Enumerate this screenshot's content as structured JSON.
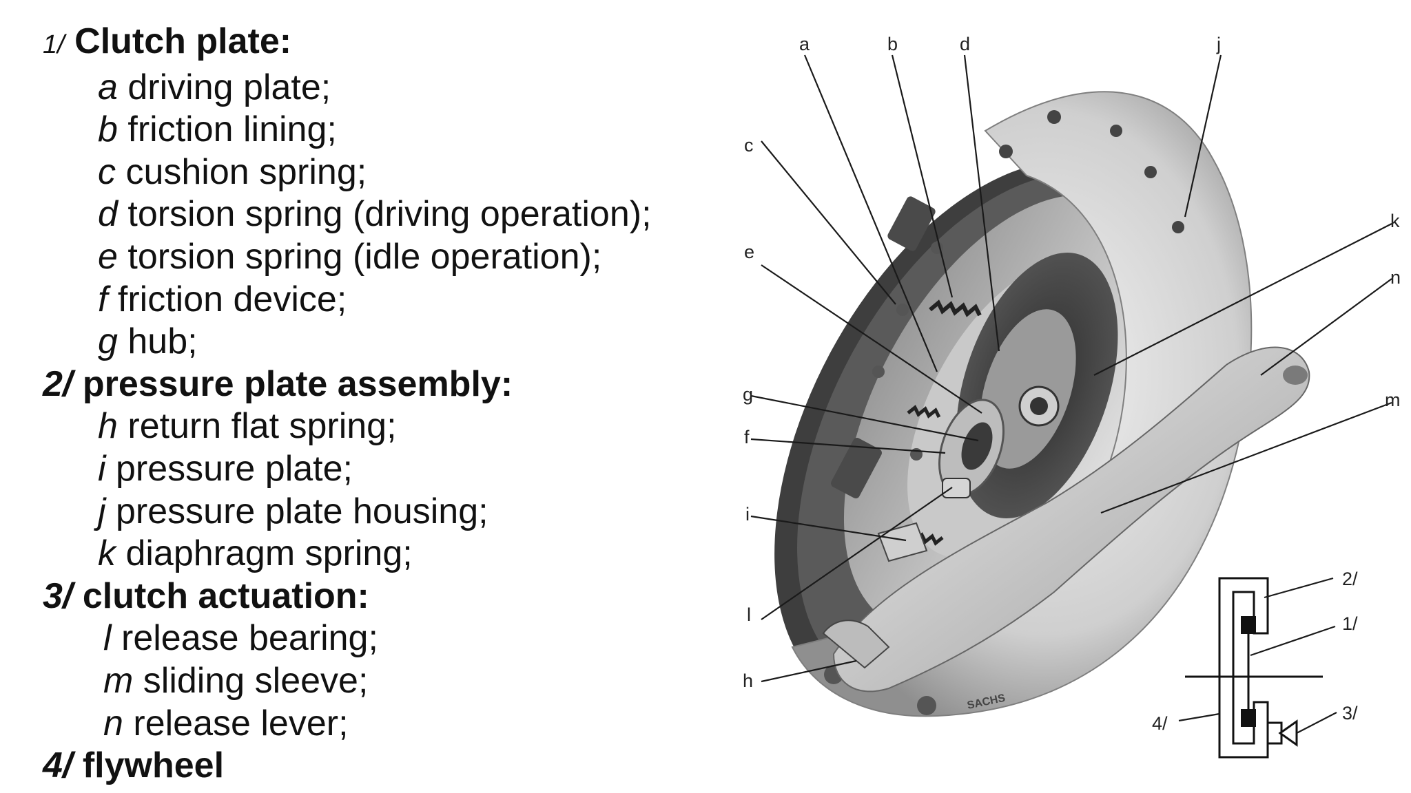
{
  "legend": {
    "groups": [
      {
        "number": "1/",
        "title": "Clutch plate:",
        "items": [
          {
            "letter": "a",
            "text": "driving plate;"
          },
          {
            "letter": "b",
            "text": "friction lining;"
          },
          {
            "letter": "c",
            "text": "cushion spring;"
          },
          {
            "letter": "d",
            "text": "torsion spring (driving operation);"
          },
          {
            "letter": "e",
            "text": "torsion spring (idle operation);"
          },
          {
            "letter": "f",
            "text": "friction device;"
          },
          {
            "letter": "g",
            "text": "hub;"
          }
        ]
      },
      {
        "number": "2/",
        "title": "pressure plate assembly:",
        "items": [
          {
            "letter": "h",
            "text": "return flat spring;"
          },
          {
            "letter": "i",
            "text": "pressure plate;"
          },
          {
            "letter": "j",
            "text": "pressure plate housing;"
          },
          {
            "letter": "k",
            "text": "diaphragm spring;"
          }
        ]
      },
      {
        "number": "3/",
        "title": "clutch actuation:",
        "items": [
          {
            "letter": "l",
            "text": "release bearing;"
          },
          {
            "letter": "m",
            "text": "sliding sleeve;"
          },
          {
            "letter": "n",
            "text": "release lever;"
          }
        ]
      },
      {
        "number": "4/",
        "title": "flywheel",
        "items": []
      }
    ]
  },
  "figure": {
    "callouts": {
      "a": "a",
      "b": "b",
      "c": "c",
      "d": "d",
      "e": "e",
      "f": "f",
      "g": "g",
      "h": "h",
      "i": "i",
      "j": "j",
      "k": "k",
      "l": "l",
      "m": "m",
      "n": "n"
    },
    "brand_mark": "SACHS",
    "schematic_labels": {
      "s2": "2/",
      "s1": "1/",
      "s3": "3/",
      "s4": "4/"
    }
  },
  "colors": {
    "text": "#111111",
    "metal_light": "#d9d9d9",
    "metal_dark": "#555555",
    "lining": "#3a3a3a"
  }
}
